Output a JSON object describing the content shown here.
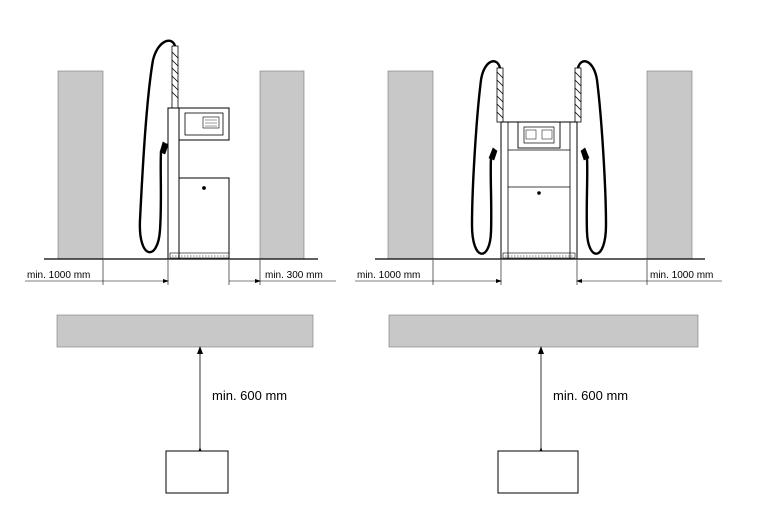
{
  "left_panel": {
    "clearance_left": "min. 1000 mm",
    "clearance_right": "min. 300 mm",
    "clearance_front": "min.  600 mm"
  },
  "right_panel": {
    "clearance_left": "min. 1000 mm",
    "clearance_right": "min. 1000 mm",
    "clearance_front": "min.  600 mm"
  },
  "colors": {
    "wall_fill": "#c8c8c8",
    "line": "#000000"
  }
}
